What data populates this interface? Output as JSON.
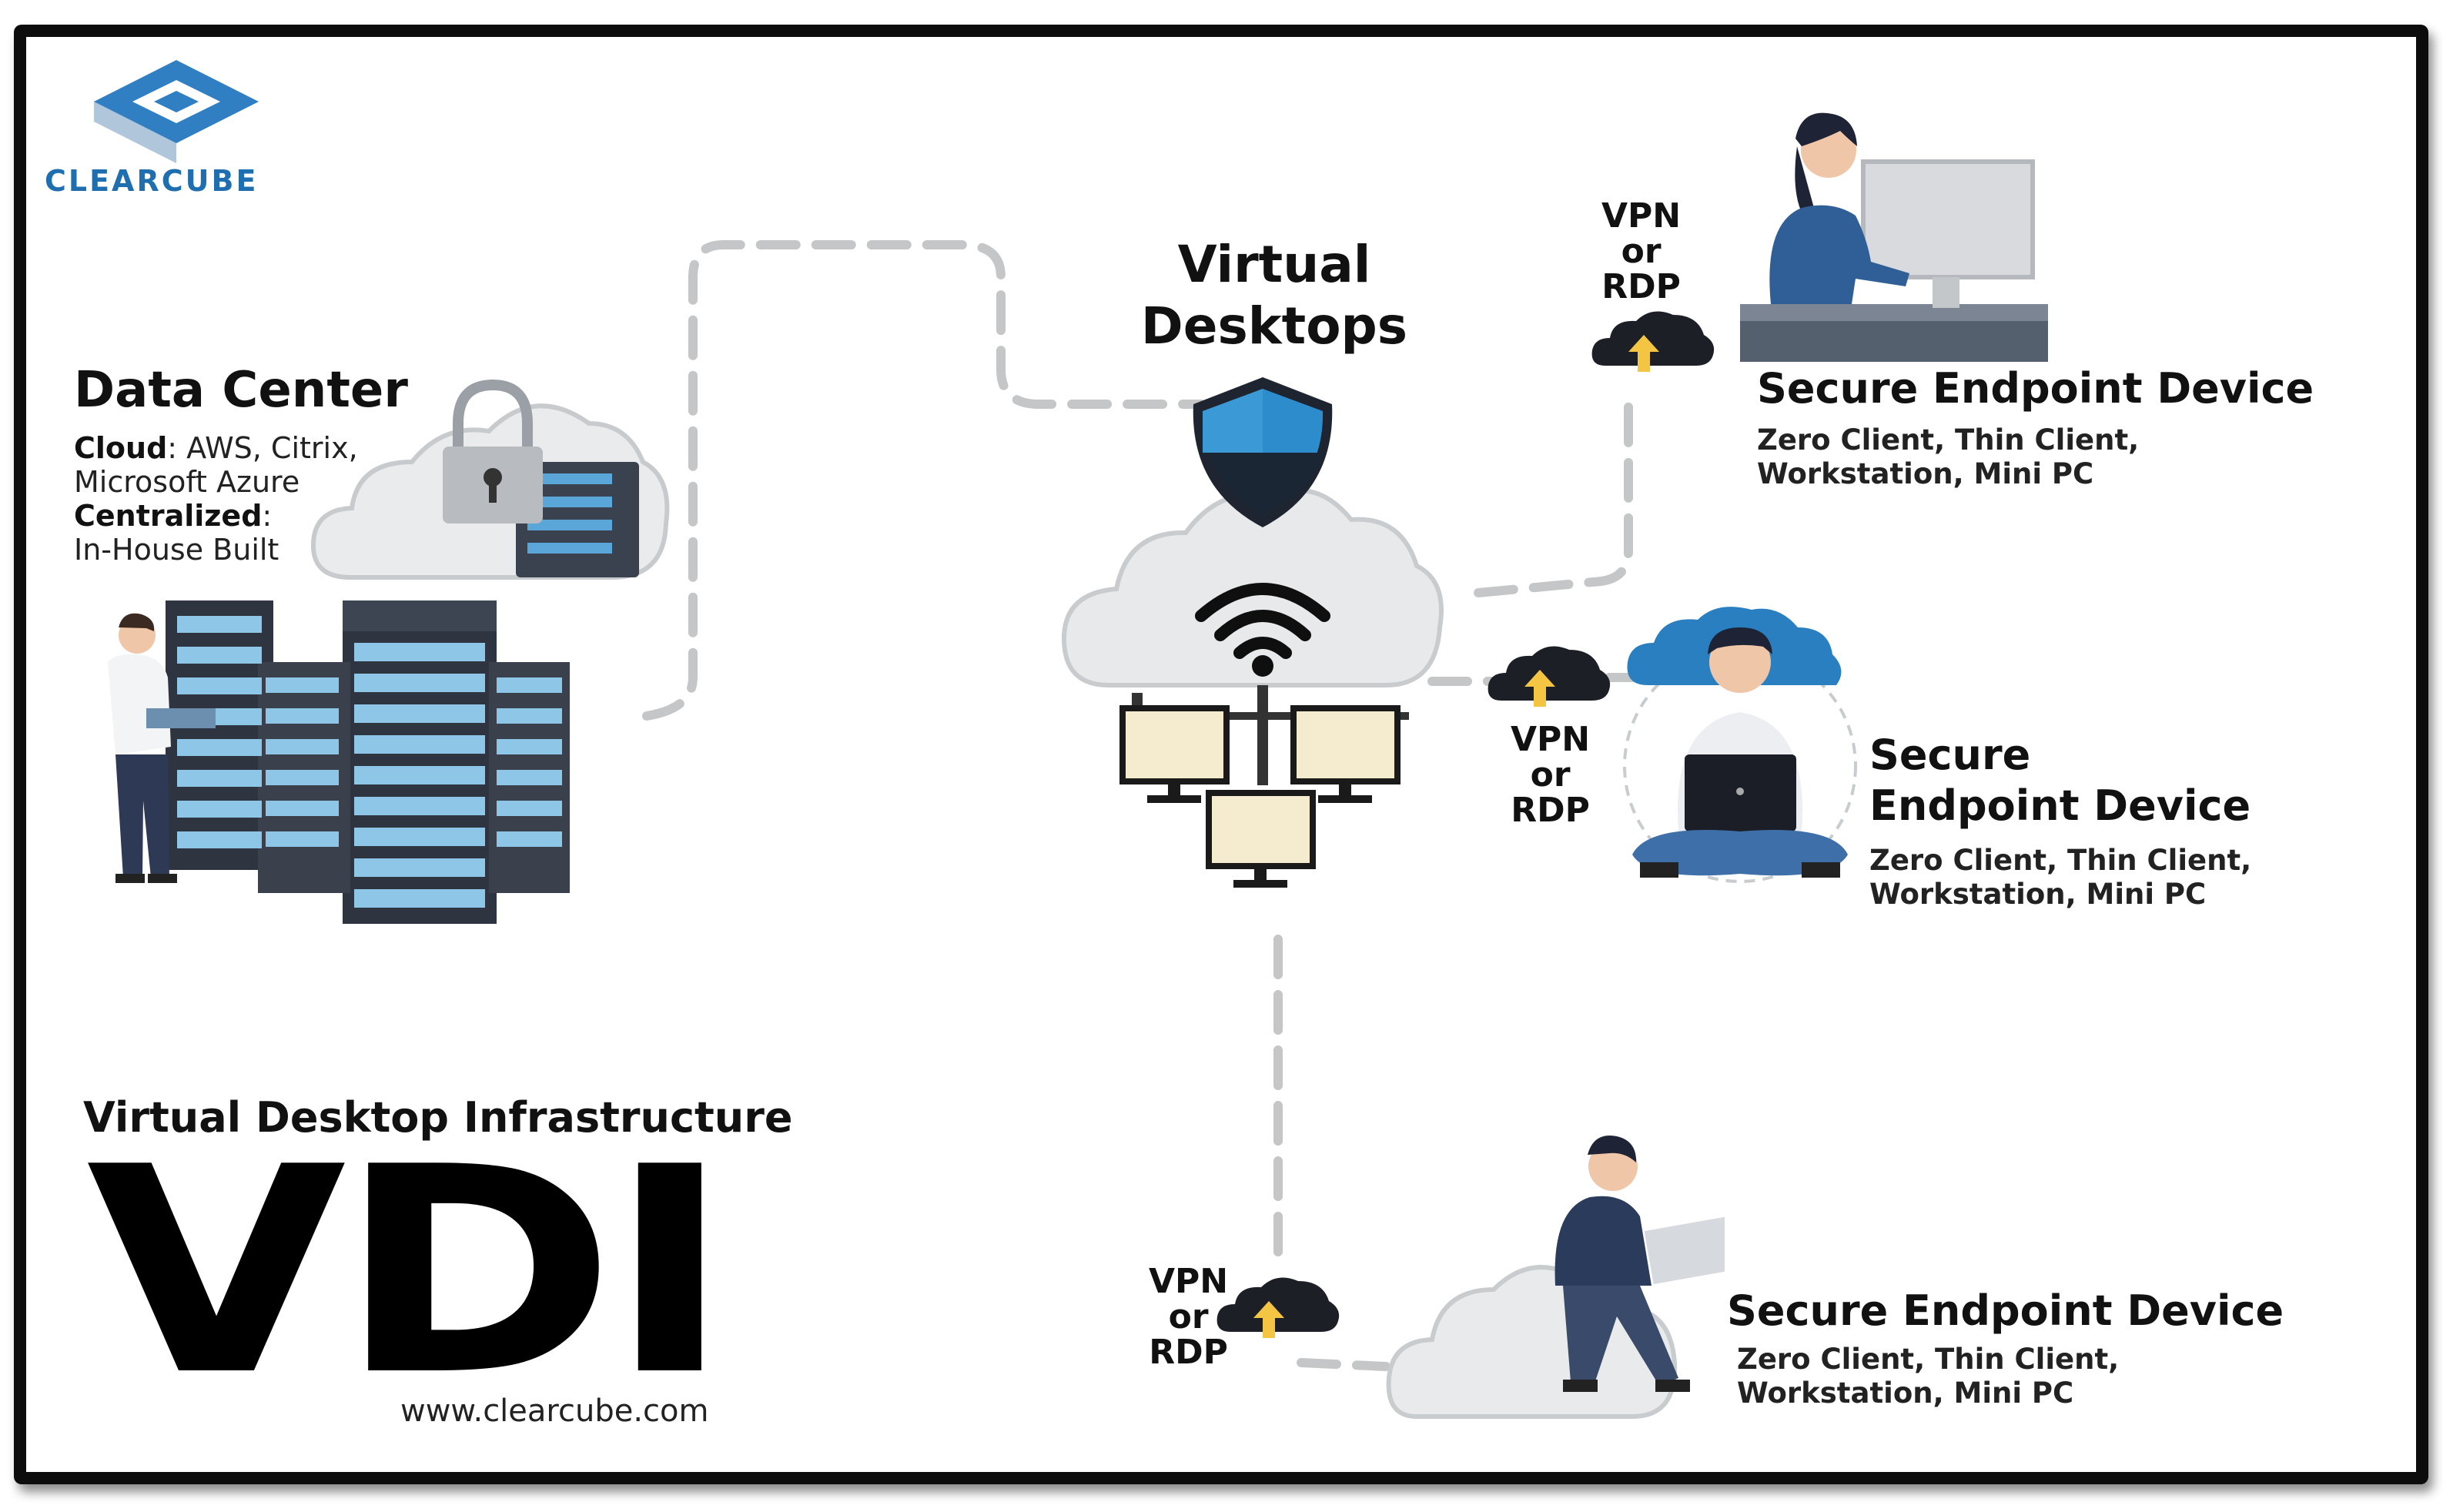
{
  "brand": {
    "name": "CLEARCUBE",
    "url": "www.clearcube.com"
  },
  "data_center": {
    "title": "Data Center",
    "cloud_label": "Cloud",
    "cloud_value": ": AWS, Citrix,",
    "cloud_value2": "Microsoft Azure",
    "centralized_label": "Centralized",
    "centralized_value": ":",
    "centralized_value2": "In-House Built"
  },
  "virtual_desktops": {
    "line1": "Virtual",
    "line2": "Desktops"
  },
  "protocol": {
    "line1": "VPN",
    "line2": "or",
    "line3": "RDP"
  },
  "endpoints": [
    {
      "title": "Secure Endpoint Device",
      "sub1": "Zero Client, Thin Client,",
      "sub2": "Workstation, Mini PC"
    },
    {
      "title1": "Secure",
      "title2": "Endpoint Device",
      "sub1": "Zero Client, Thin Client,",
      "sub2": "Workstation, Mini PC"
    },
    {
      "title": "Secure Endpoint Device",
      "sub1": "Zero Client, Thin Client,",
      "sub2": "Workstation, Mini PC"
    }
  ],
  "vdi": {
    "subtitle": "Virtual Desktop Infrastructure",
    "acronym": "VDI"
  },
  "colors": {
    "accent_blue": "#1f6fb0",
    "shield_blue": "#2a7fc0",
    "cloud_gray": "#e6e8ea",
    "dash_gray": "#bfc1c3"
  }
}
